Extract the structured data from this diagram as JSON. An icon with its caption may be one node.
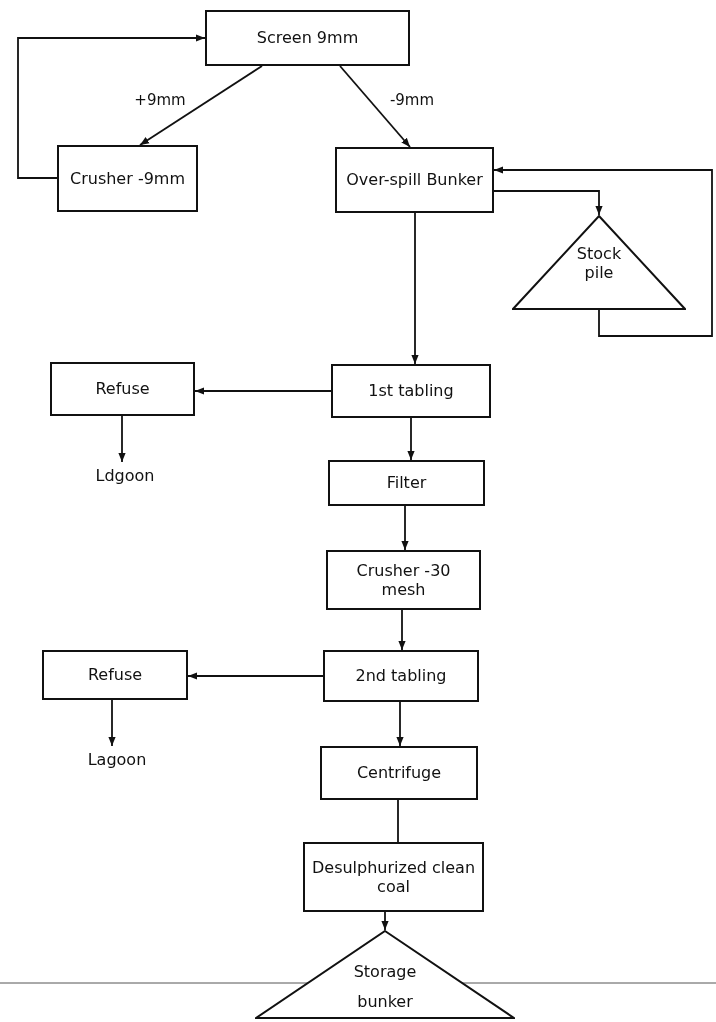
{
  "diagram": {
    "nodes": [
      {
        "text": [
          "Screen 9mm"
        ]
      },
      {
        "text": [
          "Crusher -9mm"
        ]
      },
      {
        "text": [
          "Over-spill Bunker"
        ]
      },
      {
        "text": [
          "Stock pile"
        ]
      },
      {
        "text": [
          "Refuse"
        ]
      },
      {
        "text": [
          "1st tabling"
        ]
      },
      {
        "text": [
          "Ldgoon"
        ]
      },
      {
        "text": [
          "Filter"
        ]
      },
      {
        "text": [
          "Crusher -30 mesh"
        ]
      },
      {
        "text": [
          "Refuse"
        ]
      },
      {
        "text": [
          "2nd tabling"
        ]
      },
      {
        "text": [
          "Lagoon"
        ]
      },
      {
        "text": [
          "Centrifuge"
        ]
      },
      {
        "text": [
          "Desulphurized clean coal"
        ]
      },
      {
        "text": [
          "Storage bunker"
        ]
      }
    ],
    "edges": [
      {
        "from": 0,
        "to": 1,
        "arrow": "to",
        "label": "+9mm"
      },
      {
        "from": 0,
        "to": 2,
        "arrow": "to",
        "label": "-9mm"
      },
      {
        "from": 1,
        "to": 0,
        "arrow": "to"
      },
      {
        "from": 2,
        "to": 3,
        "arrow": "to"
      },
      {
        "from": 3,
        "to": 2,
        "arrow": "to"
      },
      {
        "from": 2,
        "to": 5,
        "arrow": "to"
      },
      {
        "from": 5,
        "to": 4,
        "arrow": "to"
      },
      {
        "from": 4,
        "to": 6,
        "arrow": "to"
      },
      {
        "from": 5,
        "to": 7,
        "arrow": "to"
      },
      {
        "from": 7,
        "to": 8,
        "arrow": "to"
      },
      {
        "from": 8,
        "to": 10,
        "arrow": "to"
      },
      {
        "from": 10,
        "to": 9,
        "arrow": "to"
      },
      {
        "from": 9,
        "to": 11,
        "arrow": "to"
      },
      {
        "from": 10,
        "to": 12,
        "arrow": "to"
      },
      {
        "from": 12,
        "to": 13,
        "arrow": "none"
      },
      {
        "from": 13,
        "to": 14,
        "arrow": "to"
      }
    ]
  }
}
